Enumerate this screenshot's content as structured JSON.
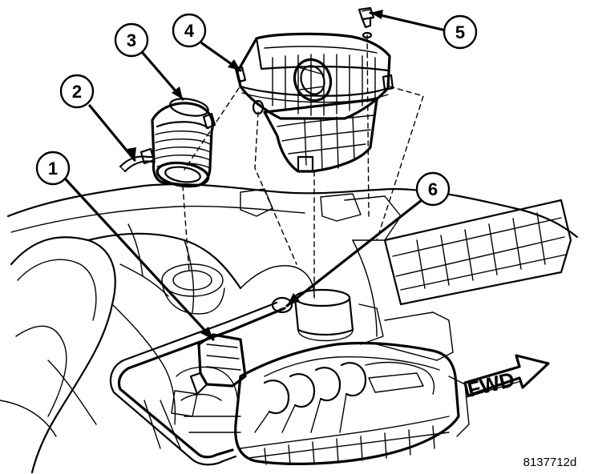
{
  "callouts": [
    {
      "label": "1"
    },
    {
      "label": "2"
    },
    {
      "label": "3"
    },
    {
      "label": "4"
    },
    {
      "label": "5"
    },
    {
      "label": "6"
    }
  ],
  "direction_label": "FWD",
  "figure_reference": "8137712d"
}
